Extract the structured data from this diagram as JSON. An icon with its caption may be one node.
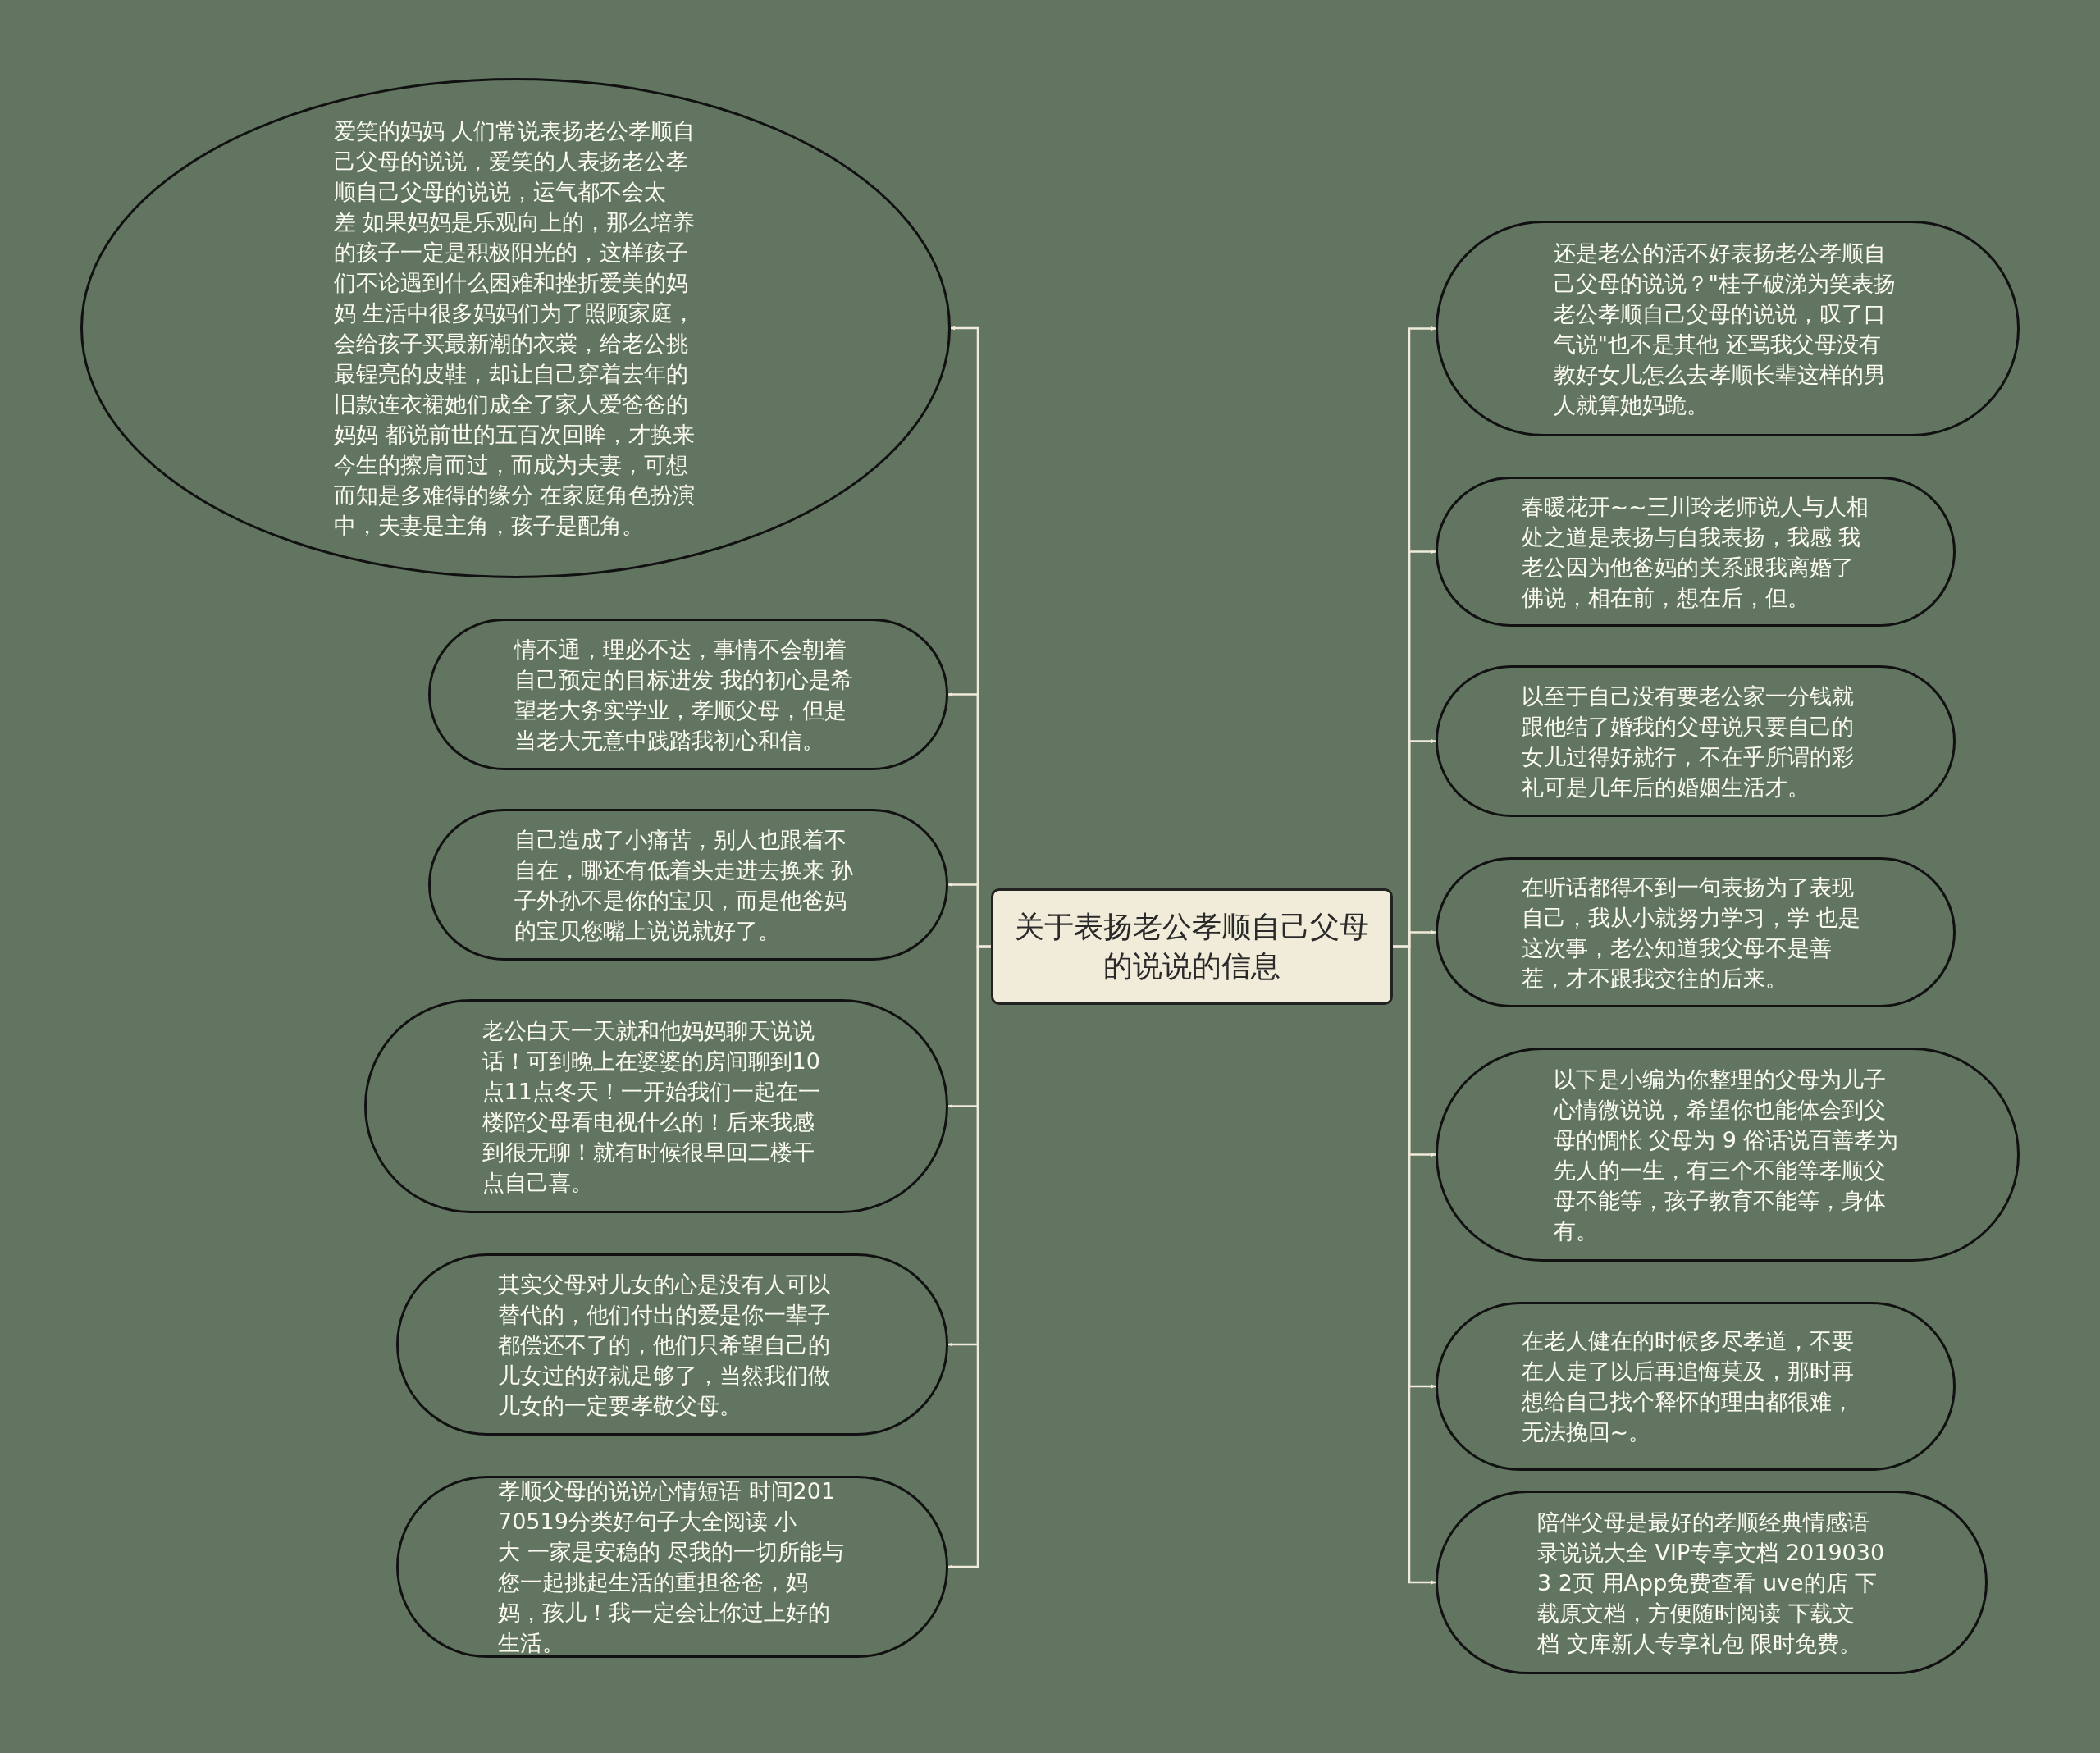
{
  "diagram": {
    "nodes": [
      {
        "text": [
          "关于表扬老公孝顺自己父母的说说的信息"
        ]
      },
      {
        "text": [
          "爱笑的妈妈 人们常说表扬老公孝顺自己父母的说说，爱笑的人表扬老公孝顺自己父母的说说，运气都不会太差 如果妈妈是乐观向上的，那么培养的孩子一定是积极阳光的，这样孩子们不论遇到什么困难和挫折爱美的妈妈 生活中很多妈妈们为了照顾家庭，会给孩子买最新潮的衣裳，给老公挑最锃亮的皮鞋，却让自己穿着去年的旧款连衣裙她们成全了家人爱爸爸的妈妈 都说前世的五百次回眸，才换来今生的擦肩而过，而成为夫妻，可想而知是多难得的缘分 在家庭角色扮演中，夫妻是主角，孩子是配角。"
        ]
      },
      {
        "text": [
          "情不通，理必不达，事情不会朝着自己预定的目标进发 我的初心是希望老大务实学业，孝顺父母，但是当老大无意中践踏我初心和信。"
        ]
      },
      {
        "text": [
          "自己造成了小痛苦，别人也跟着不自在，哪还有低着头走进去换来 孙子外孙不是你的宝贝，而是他爸妈的宝贝您嘴上说说就好了。"
        ]
      },
      {
        "text": [
          "老公白天一天就和他妈妈聊天说说话！可到晚上在婆婆的房间聊到10点11点冬天！一开始我们一起在一楼陪父母看电视什么的！后来我感到很无聊！就有时候很早回二楼干点自己喜。"
        ]
      },
      {
        "text": [
          "其实父母对儿女的心是没有人可以替代的，他们付出的爱是你一辈子都偿还不了的，他们只希望自己的儿女过的好就足够了，当然我们做儿女的一定要孝敬父母。"
        ]
      },
      {
        "text": [
          "孝顺父母的说说心情短语 时间20170519分类好句子大全阅读 小大 一家是安稳的 尽我的一切所能与您一起挑起生活的重担爸爸，妈妈，孩儿！我一定会让你过上好的生活。"
        ]
      },
      {
        "text": [
          "还是老公的活不好表扬老公孝顺自己父母的说说？\"桂子破涕为笑表扬老公孝顺自己父母的说说，叹了口气说\"也不是其他 还骂我父母没有教好女儿怎么去孝顺长辈这样的男人就算她妈跪。"
        ]
      },
      {
        "text": [
          "春暖花开~~三川玲老师说人与人相处之道是表扬与自我表扬，我感 我老公因为他爸妈的关系跟我离婚了佛说，相在前，想在后，但。"
        ]
      },
      {
        "text": [
          "以至于自己没有要老公家一分钱就跟他结了婚我的父母说只要自己的女儿过得好就行，不在乎所谓的彩礼可是几年后的婚姻生活才。"
        ]
      },
      {
        "text": [
          "在听话都得不到一句表扬为了表现自己，我从小就努力学习，学 也是这次事，老公知道我父母不是善茬，才不跟我交往的后来。"
        ]
      },
      {
        "text": [
          "以下是小编为你整理的父母为儿子心情微说说，希望你也能体会到父母的惆怅 父母为 9 俗话说百善孝为先人的一生，有三个不能等孝顺父母不能等，孩子教育不能等，身体有。"
        ]
      },
      {
        "text": [
          "在老人健在的时候多尽孝道，不要在人走了以后再追悔莫及，那时再想给自己找个释怀的理由都很难，无法挽回~。"
        ]
      },
      {
        "text": [
          "陪伴父母是最好的孝顺经典情感语录说说大全 VIP专享文档 20190303 2页 用App免费查看 uve的店 下载原文档，方便随时阅读 下载文档 文库新人专享礼包 限时免费。"
        ]
      }
    ],
    "edges": [
      {
        "from": 0,
        "to": 1,
        "arrow": "to"
      },
      {
        "from": 0,
        "to": 2,
        "arrow": "to"
      },
      {
        "from": 0,
        "to": 3,
        "arrow": "to"
      },
      {
        "from": 0,
        "to": 4,
        "arrow": "to"
      },
      {
        "from": 0,
        "to": 5,
        "arrow": "to"
      },
      {
        "from": 0,
        "to": 6,
        "arrow": "to"
      },
      {
        "from": 0,
        "to": 7,
        "arrow": "to"
      },
      {
        "from": 0,
        "to": 8,
        "arrow": "to"
      },
      {
        "from": 0,
        "to": 9,
        "arrow": "to"
      },
      {
        "from": 0,
        "to": 10,
        "arrow": "to"
      },
      {
        "from": 0,
        "to": 11,
        "arrow": "to"
      },
      {
        "from": 0,
        "to": 12,
        "arrow": "to"
      },
      {
        "from": 0,
        "to": 13,
        "arrow": "to"
      }
    ]
  }
}
